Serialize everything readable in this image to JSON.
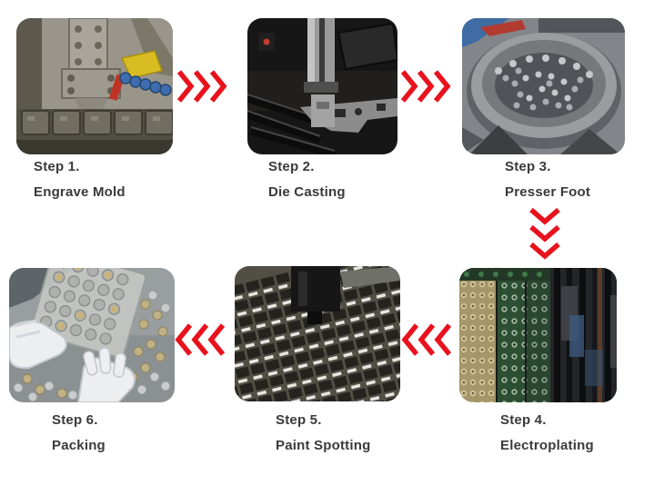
{
  "diagram": {
    "name": "manufacturing-process-flow",
    "background": "#ffffff",
    "accent_red": "#e8121d",
    "text_color": "#3a3a3a"
  },
  "steps": [
    {
      "label": "Step 1.",
      "caption": "Engrave Mold",
      "photo": "cnc-engraving-machine-photo"
    },
    {
      "label": "Step 2.",
      "caption": "Die Casting",
      "photo": "die-casting-machine-photo"
    },
    {
      "label": "Step 3.",
      "caption": "Presser Foot",
      "photo": "vibratory-bowl-feeder-photo"
    },
    {
      "label": "Step 4.",
      "caption": "Electroplating",
      "photo": "electroplating-racks-photo"
    },
    {
      "label": "Step 5.",
      "caption": "Paint Spotting",
      "photo": "paint-spotting-line-photo"
    },
    {
      "label": "Step 6.",
      "caption": "Packing",
      "photo": "packing-hands-trays-photo"
    }
  ],
  "arrows": [
    {
      "name": "flow-step1-to-step2",
      "direction": "right",
      "icon": "triple-chevron-right-icon"
    },
    {
      "name": "flow-step2-to-step3",
      "direction": "right",
      "icon": "triple-chevron-right-icon"
    },
    {
      "name": "flow-step3-to-step4",
      "direction": "down",
      "icon": "triple-chevron-down-icon"
    },
    {
      "name": "flow-step4-to-step5",
      "direction": "left",
      "icon": "triple-chevron-left-icon"
    },
    {
      "name": "flow-step5-to-step6",
      "direction": "left",
      "icon": "triple-chevron-left-icon"
    }
  ]
}
